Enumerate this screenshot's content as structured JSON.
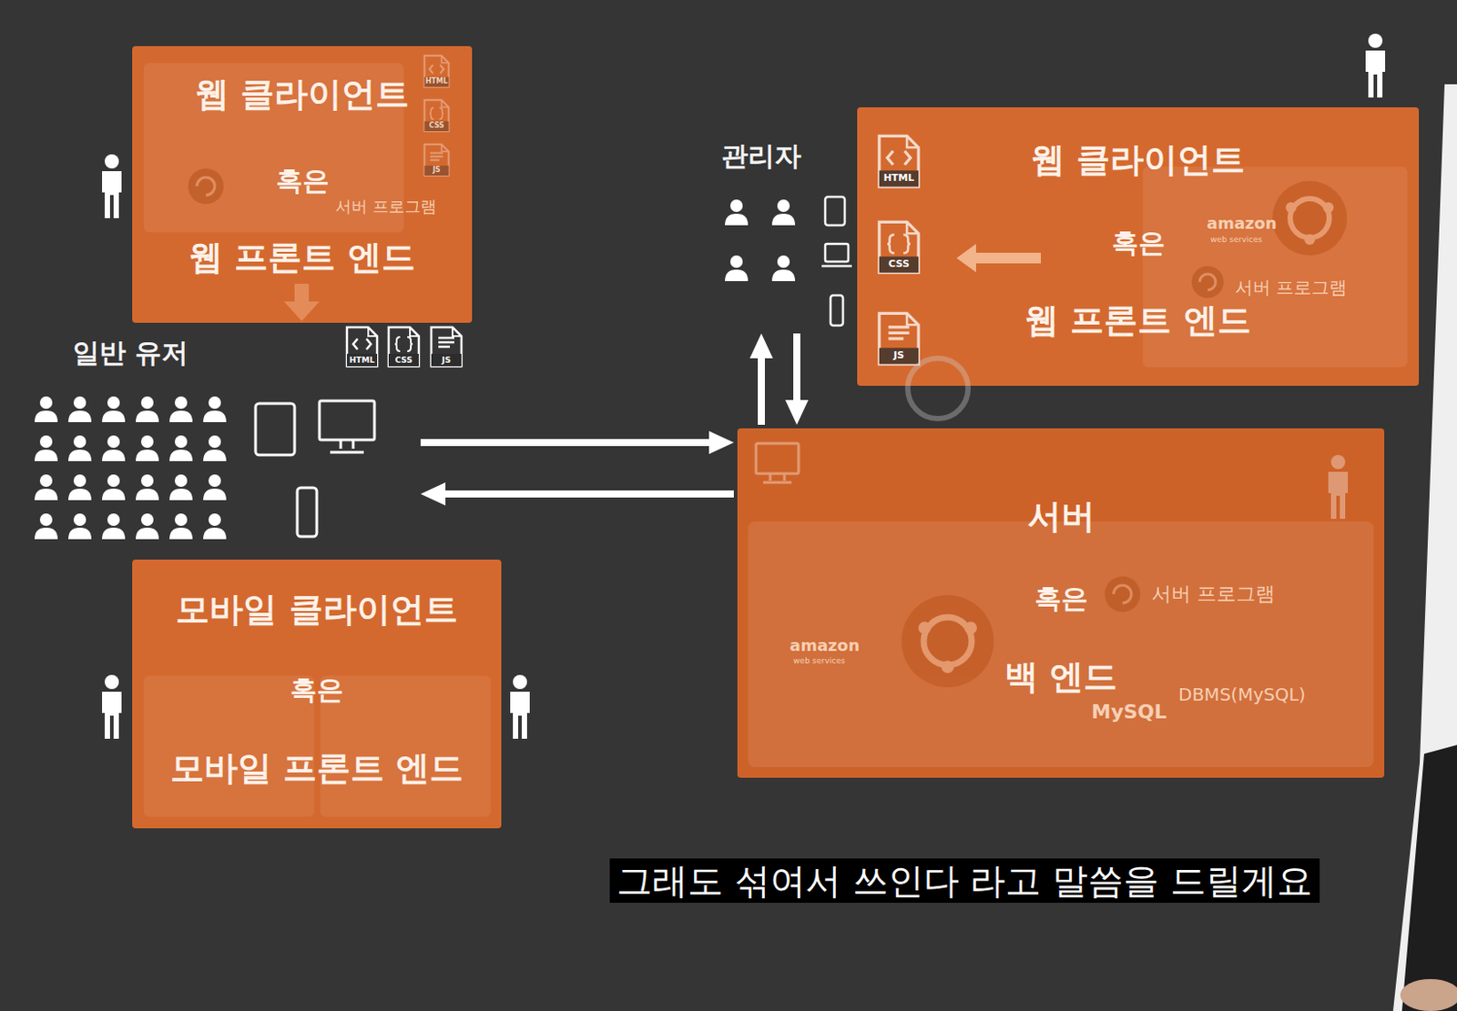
{
  "diagram": {
    "caption": "그래도 섞여서 쓰인다 라고 말씀을 드릴게요",
    "nodes": [
      {
        "text": [
          "웹 클라이언트",
          "혹은",
          "웹 프론트 엔드"
        ]
      },
      {
        "text": [
          "관리자"
        ]
      },
      {
        "text": [
          "웹 클라이언트",
          "혹은",
          "웹 프론트 엔드"
        ]
      },
      {
        "text": [
          "일반 유저"
        ]
      },
      {
        "text": [
          "서버",
          "혹은",
          "백 엔드"
        ]
      },
      {
        "text": [
          "모바일 클라이언트",
          "혹은",
          "모바일 프론트 엔드"
        ]
      }
    ],
    "edges": [
      {
        "from": 3,
        "to": 4,
        "arrow": "to"
      },
      {
        "from": 4,
        "to": 3,
        "arrow": "to"
      },
      {
        "from": 4,
        "to": 1,
        "arrow": "to"
      },
      {
        "from": 1,
        "to": 4,
        "arrow": "to"
      }
    ],
    "labels": [
      "HTML",
      "CSS",
      "JS",
      "HTML",
      "CSS",
      "JS",
      "HTML",
      "CSS",
      "JS",
      "서버 프로그램",
      "amazon",
      "web services",
      "서버 프로그램",
      "서버 프로그램",
      "amazon",
      "web services",
      "MySQL",
      "DBMS(MySQL)"
    ]
  }
}
